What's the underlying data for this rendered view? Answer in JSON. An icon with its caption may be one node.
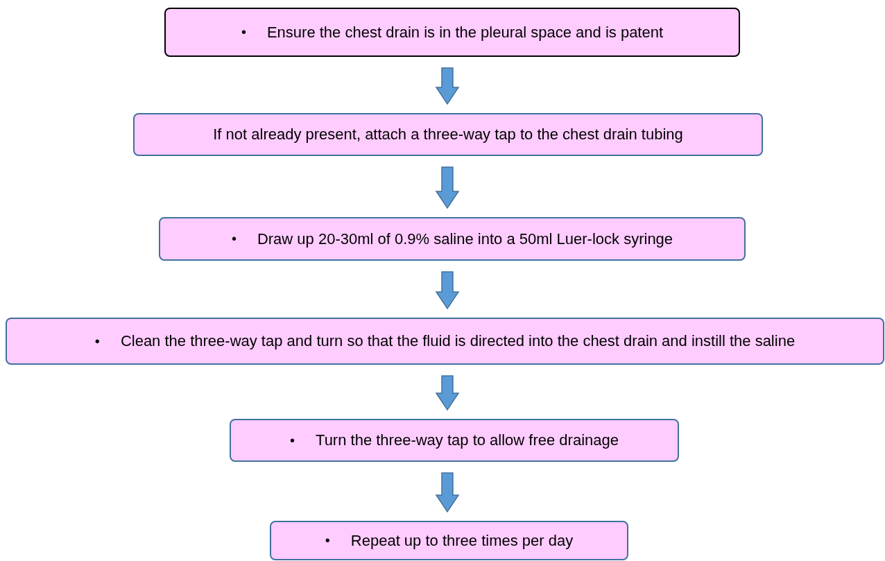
{
  "diagram": {
    "nodes": [
      {
        "text": [
          "•",
          "Ensure the chest drain is in the pleural space and is patent"
        ]
      },
      {
        "text": [
          "If not already present, attach a three-way tap to the chest drain tubing"
        ]
      },
      {
        "text": [
          "•",
          "Draw up 20-30ml of 0.9% saline into a 50ml Luer-lock syringe"
        ]
      },
      {
        "text": [
          "•",
          "Clean the three-way tap and turn so that the fluid is directed into the chest drain and instill the saline"
        ]
      },
      {
        "text": [
          "•",
          "Turn the three-way tap to allow free drainage"
        ]
      },
      {
        "text": [
          "•",
          "Repeat up to three times per day"
        ]
      }
    ],
    "edges": [
      {
        "from": 0,
        "to": 1,
        "arrow": "to"
      },
      {
        "from": 1,
        "to": 2,
        "arrow": "to"
      },
      {
        "from": 2,
        "to": 3,
        "arrow": "to"
      },
      {
        "from": 3,
        "to": 4,
        "arrow": "to"
      },
      {
        "from": 4,
        "to": 5,
        "arrow": "to"
      }
    ]
  }
}
